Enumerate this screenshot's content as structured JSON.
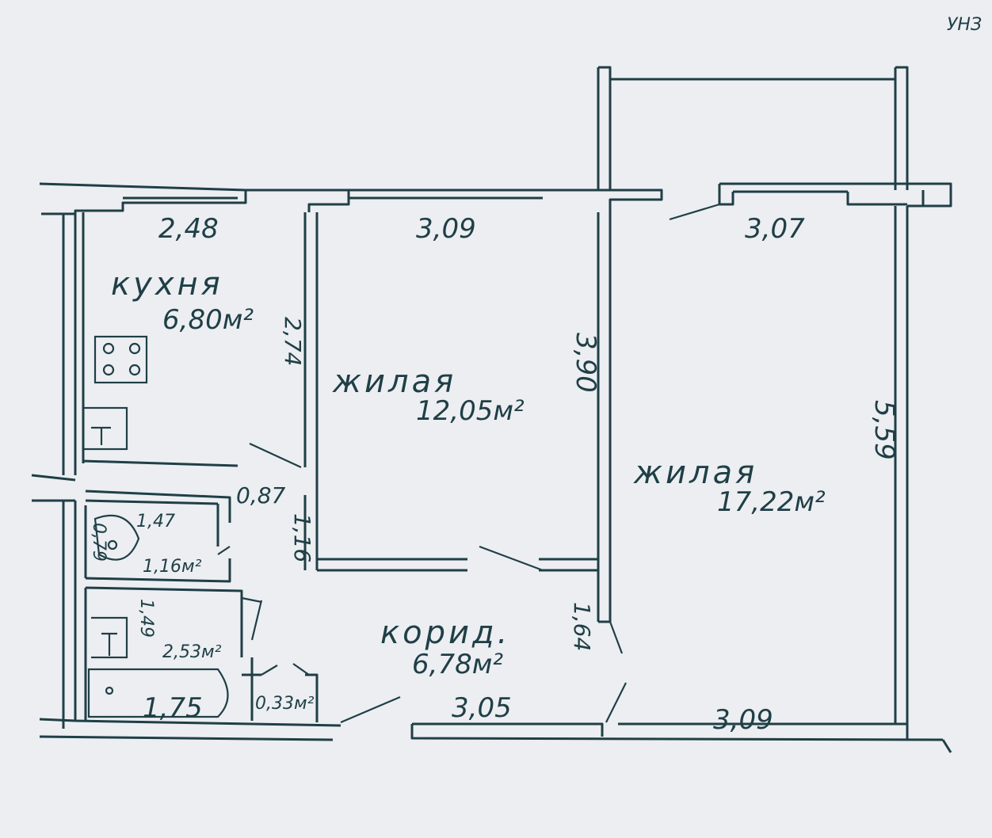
{
  "corner_mark": "УНЗ",
  "rooms": {
    "kitchen": {
      "name": "кухня",
      "area": "6,80м²"
    },
    "living1": {
      "name": "жилая",
      "area": "12,05м²"
    },
    "living2": {
      "name": "жилая",
      "area": "17,22м²"
    },
    "corridor": {
      "name": "корид.",
      "area": "6,78м²"
    },
    "toilet": {
      "area": "1,16м²"
    },
    "bath": {
      "area": "2,53м²"
    },
    "closet": {
      "area": "0,33м²"
    }
  },
  "dimensions": {
    "kitchen_width": "2,48",
    "kitchen_depth": "2,74",
    "living1_width": "3,09",
    "living1_depth": "3,90",
    "living2_width": "3,07",
    "living2_depth": "5,59",
    "living2_bottom_width": "3,09",
    "hall_width": "0,87",
    "hall_depth": "1,16",
    "toilet_width": "1,47",
    "toilet_depth": "0,79",
    "bath_depth": "1,49",
    "bath_width": "1,75",
    "corridor_width": "3,05",
    "corridor_depth": "1,64"
  }
}
